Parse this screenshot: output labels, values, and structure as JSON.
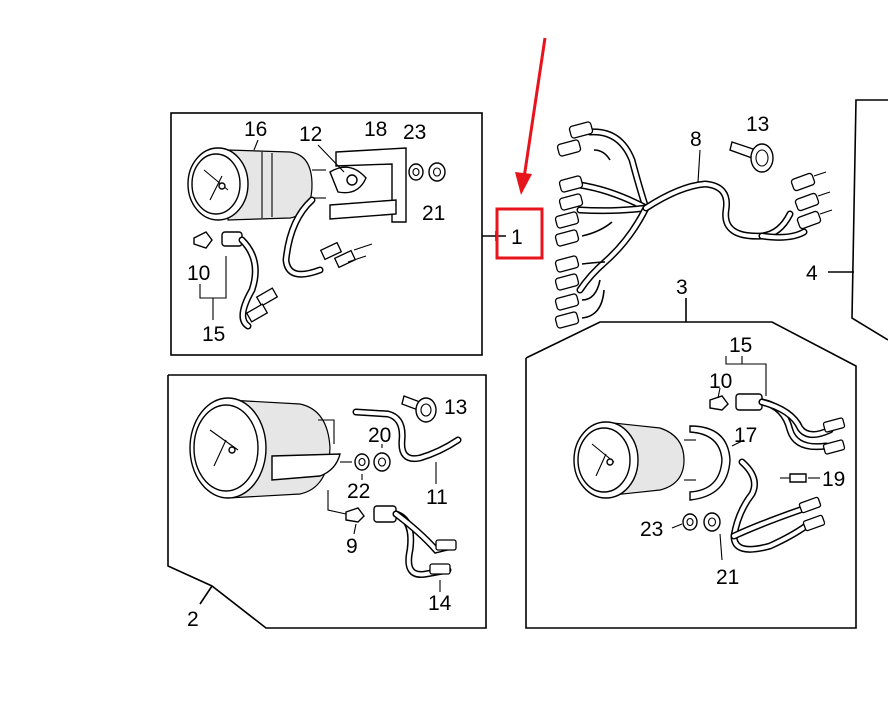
{
  "colors": {
    "highlight": "#e8141c",
    "ink": "#000000",
    "background": "#ffffff"
  },
  "labels": {
    "ref1": "1",
    "ref2": "2",
    "ref3": "3",
    "ref4": "4",
    "ref8": "8",
    "ref13_harness": "13",
    "box1": {
      "p16": "16",
      "p12": "12",
      "p18": "18",
      "p23": "23",
      "p21": "21",
      "p10": "10",
      "p15": "15"
    },
    "box2": {
      "p13": "13",
      "p20": "20",
      "p22": "22",
      "p11": "11",
      "p9": "9",
      "p14": "14"
    },
    "box3": {
      "p15": "15",
      "p10": "10",
      "p17": "17",
      "p19": "19",
      "p23": "23",
      "p21": "21"
    }
  }
}
